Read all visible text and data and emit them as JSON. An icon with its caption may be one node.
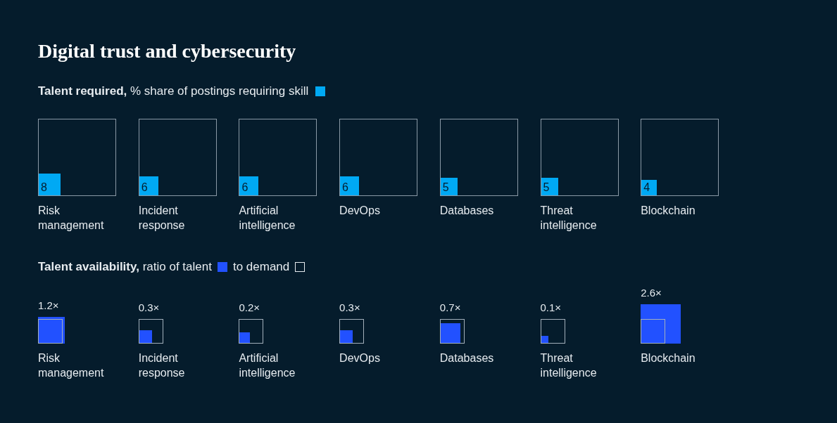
{
  "diagram": {
    "title": "Digital trust and cybersecurity",
    "nodes": [
      {
        "text": [
          "8"
        ],
        "beside": [
          "Risk management"
        ]
      },
      {
        "text": [
          "6"
        ],
        "beside": [
          "Incident response"
        ]
      },
      {
        "text": [
          "6"
        ],
        "beside": [
          "Artificial intelligence"
        ]
      },
      {
        "text": [
          "6"
        ],
        "beside": [
          "DevOps"
        ]
      },
      {
        "text": [
          "5"
        ],
        "beside": [
          "Databases"
        ]
      },
      {
        "text": [
          "5"
        ],
        "beside": [
          "Threat intelligence"
        ]
      },
      {
        "text": [
          "4"
        ],
        "beside": [
          "Blockchain"
        ]
      },
      {
        "text": [],
        "shape": "box",
        "beside": [
          "1.2×",
          "Risk management"
        ]
      },
      {
        "text": [],
        "shape": "box",
        "beside": [
          "0.3×",
          "Incident response"
        ]
      },
      {
        "text": [],
        "shape": "box",
        "beside": [
          "0.2×",
          "Artificial intelligence"
        ]
      },
      {
        "text": [],
        "shape": "box",
        "beside": [
          "0.3×",
          "DevOps"
        ]
      },
      {
        "text": [],
        "shape": "box",
        "beside": [
          "0.7×",
          "Databases"
        ]
      },
      {
        "text": [],
        "shape": "box",
        "beside": [
          "0.1×",
          "Threat intelligence"
        ]
      },
      {
        "text": [],
        "shape": "box",
        "beside": [
          "2.6×",
          "Blockchain"
        ]
      }
    ],
    "labels": [
      "**Talent required,** % share of postings requiring skill",
      "**Talent availability,** ratio of talent",
      "to demand"
    ]
  }
}
